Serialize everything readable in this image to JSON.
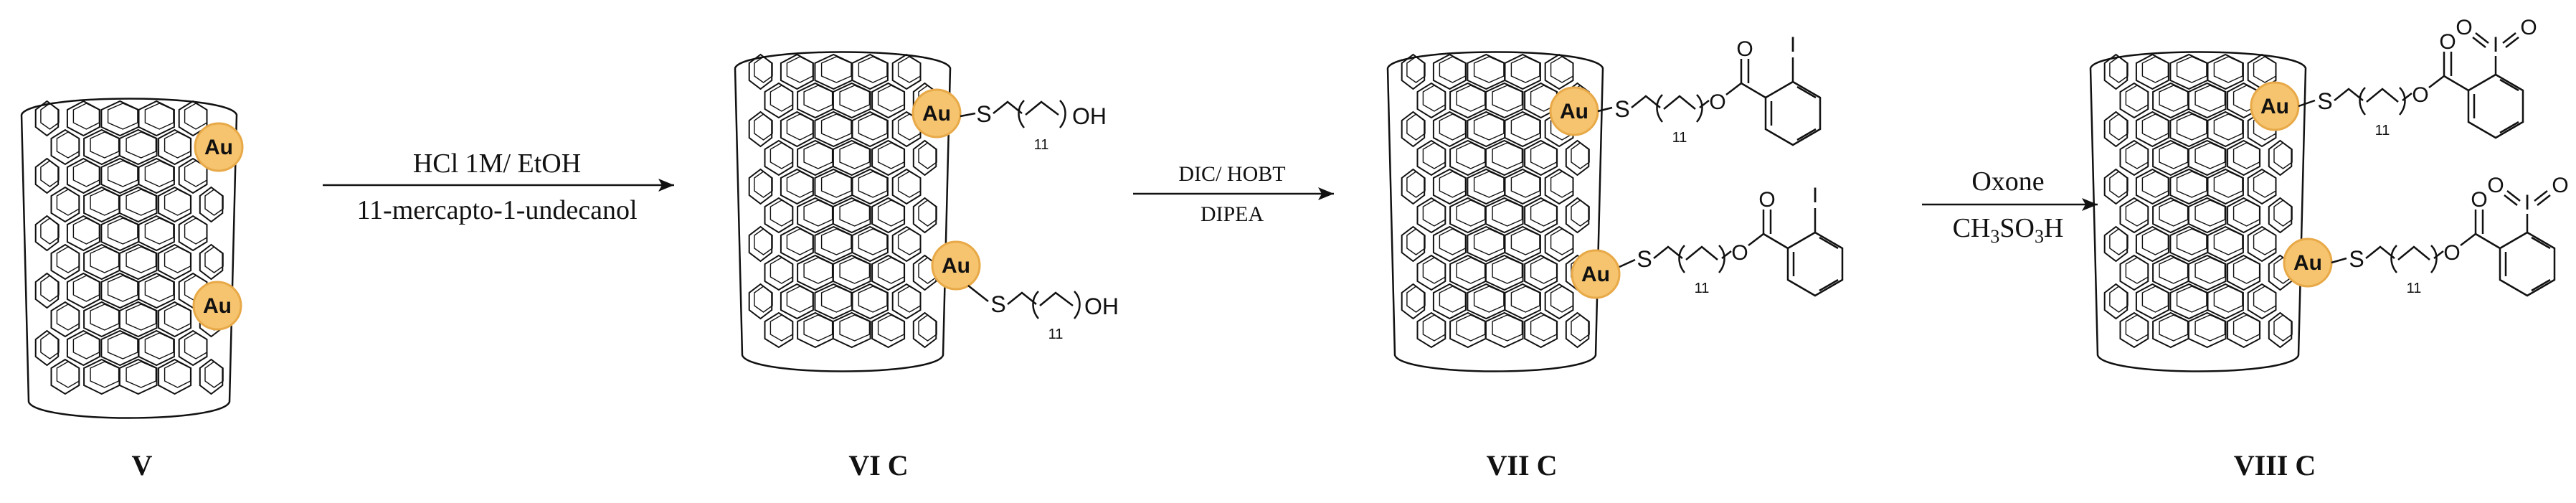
{
  "compounds": [
    {
      "label": "V",
      "gold_label": "Au"
    },
    {
      "label": "VI C",
      "gold_label": "Au",
      "thiol_s": "S",
      "chain_n": "11",
      "terminal": "OH"
    },
    {
      "label": "VII C",
      "gold_label": "Au",
      "thiol_s": "S",
      "chain_n": "11",
      "ester_o": "O",
      "carbonyl_o": "O",
      "iodo": "I"
    },
    {
      "label": "VIII C",
      "gold_label": "Au",
      "thiol_s": "S",
      "chain_n": "11",
      "ester_o": "O",
      "carbonyl_o": "O",
      "iodo": "I",
      "iodyl_o": "O"
    }
  ],
  "arrows": [
    {
      "above": "HCl 1M/ EtOH",
      "below": "11-mercapto-1-undecanol"
    },
    {
      "above": "DIC/ HOBT",
      "below": "DIPEA"
    },
    {
      "above": "Oxone",
      "below_main": "CH",
      "below_sub1": "3",
      "below_mid": "SO",
      "below_sub2": "3",
      "below_end": "H"
    }
  ],
  "colors": {
    "gold": "#f6c46e",
    "gold_edge": "#e8a948",
    "ink": "#111111"
  }
}
